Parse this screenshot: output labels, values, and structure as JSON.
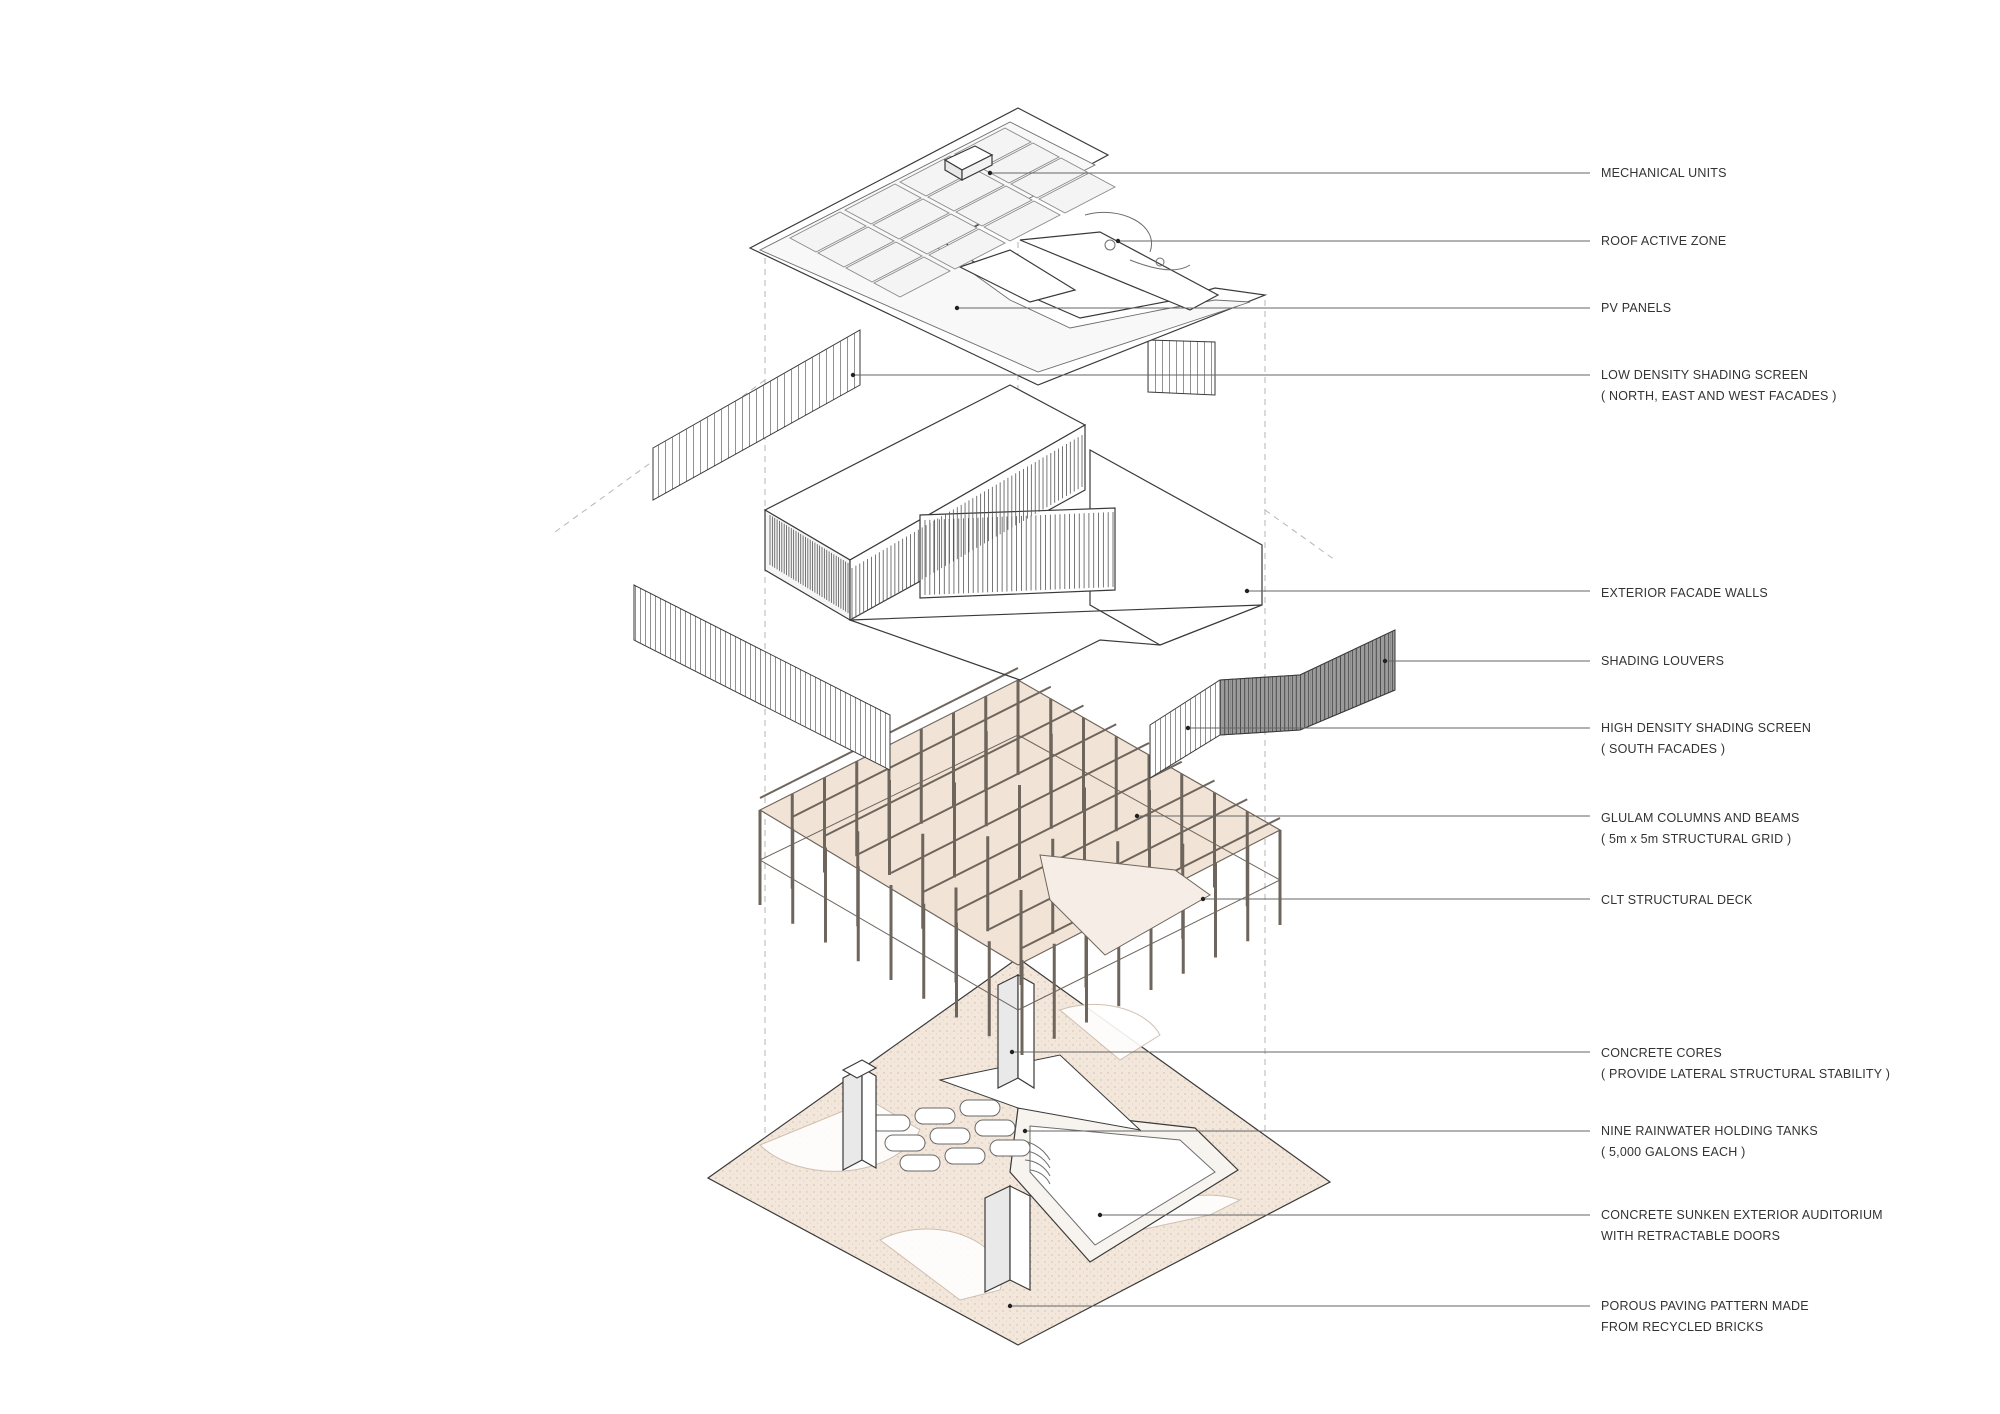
{
  "colors": {
    "line": "#3a3a3a",
    "leader": "#666666",
    "timber": "#f1e3d6",
    "timber_line": "#6e655c",
    "ground": "#f3e6da",
    "dash": "#b5b5b5",
    "text": "#333333"
  },
  "callouts": [
    {
      "id": "mechanical-units",
      "lines": [
        "MECHANICAL UNITS"
      ]
    },
    {
      "id": "roof-active-zone",
      "lines": [
        "ROOF ACTIVE ZONE"
      ]
    },
    {
      "id": "pv-panels",
      "lines": [
        "PV PANELS"
      ]
    },
    {
      "id": "low-density-shading-screen",
      "lines": [
        "LOW DENSITY SHADING SCREEN",
        "( NORTH, EAST AND WEST FACADES )"
      ]
    },
    {
      "id": "exterior-facade-walls",
      "lines": [
        "EXTERIOR FACADE WALLS"
      ]
    },
    {
      "id": "shading-louvers",
      "lines": [
        "SHADING LOUVERS"
      ]
    },
    {
      "id": "high-density-shading-screen",
      "lines": [
        "HIGH DENSITY SHADING SCREEN",
        "( SOUTH FACADES )"
      ]
    },
    {
      "id": "glulam-columns-and-beams",
      "lines": [
        "GLULAM COLUMNS AND BEAMS",
        "( 5m x 5m STRUCTURAL GRID )"
      ]
    },
    {
      "id": "clt-structural-deck",
      "lines": [
        "CLT STRUCTURAL DECK"
      ]
    },
    {
      "id": "concrete-cores",
      "lines": [
        "CONCRETE CORES",
        "( PROVIDE LATERAL STRUCTURAL STABILITY )"
      ]
    },
    {
      "id": "nine-rainwater-holding-tanks",
      "lines": [
        "NINE RAINWATER HOLDING TANKS",
        "( 5,000 GALONS EACH )"
      ]
    },
    {
      "id": "concrete-sunken-exterior-auditorium",
      "lines": [
        "CONCRETE SUNKEN EXTERIOR AUDITORIUM",
        "WITH RETRACTABLE DOORS"
      ]
    },
    {
      "id": "porous-paving-pattern",
      "lines": [
        "POROUS PAVING PATTERN MADE",
        "FROM RECYCLED BRICKS"
      ]
    }
  ]
}
